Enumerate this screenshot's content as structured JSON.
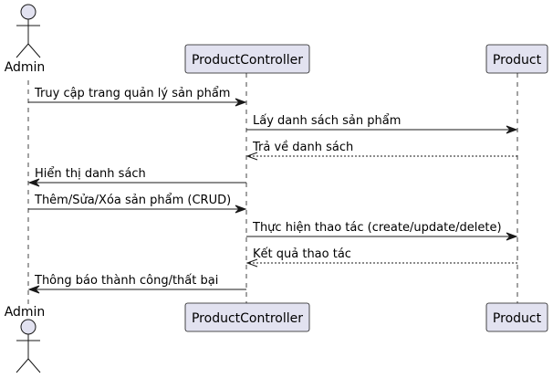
{
  "participants": [
    {
      "id": "admin",
      "label": "Admin",
      "kind": "actor"
    },
    {
      "id": "controller",
      "label": "ProductController",
      "kind": "participant"
    },
    {
      "id": "product",
      "label": "Product",
      "kind": "participant"
    }
  ],
  "messages": [
    {
      "from": "admin",
      "to": "controller",
      "text": "Truy cập trang quản lý sản phẩm",
      "style": "solid"
    },
    {
      "from": "controller",
      "to": "product",
      "text": "Lấy danh sách sản phẩm",
      "style": "solid"
    },
    {
      "from": "product",
      "to": "controller",
      "text": "Trả về danh sách",
      "style": "dashed"
    },
    {
      "from": "controller",
      "to": "admin",
      "text": "Hiển thị danh sách",
      "style": "solid"
    },
    {
      "from": "admin",
      "to": "controller",
      "text": "Thêm/Sửa/Xóa sản phẩm (CRUD)",
      "style": "solid"
    },
    {
      "from": "controller",
      "to": "product",
      "text": "Thực hiện thao tác (create/update/delete)",
      "style": "solid"
    },
    {
      "from": "product",
      "to": "controller",
      "text": "Kết quả thao tác",
      "style": "dashed"
    },
    {
      "from": "controller",
      "to": "admin",
      "text": "Thông báo thành công/thất bại",
      "style": "solid"
    }
  ],
  "colors": {
    "participant_fill": "#E2E2F0",
    "participant_border": "#181818",
    "lifeline": "#181818",
    "arrow": "#181818"
  }
}
